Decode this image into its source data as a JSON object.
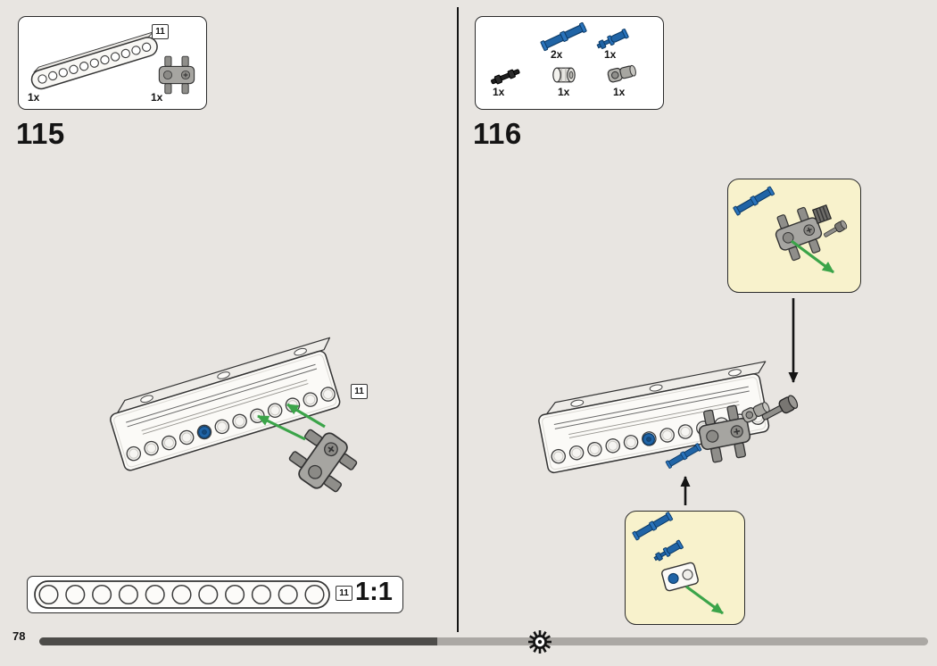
{
  "page": {
    "type": "lego-technic-building-instructions",
    "number": "78"
  },
  "colors": {
    "background": "#e8e5e1",
    "part_blue": "#2064a6",
    "arrow_green": "#3ba449",
    "callout_yellow": "#f8f2cc",
    "progress_dark": "#4d4c49",
    "progress_light": "#aba8a4"
  },
  "step115": {
    "number": "115",
    "parts_box": {
      "badge": "11",
      "parts": [
        {
          "icon": "beam-11m-white",
          "count": "1x"
        },
        {
          "icon": "pin-connector-block-gray",
          "count": "1x"
        }
      ]
    },
    "diagram_badge": "11",
    "scale_box": {
      "badge": "11",
      "ratio": "1:1",
      "holes": 11
    }
  },
  "step116": {
    "number": "116",
    "parts_box": {
      "row1": [
        {
          "icon": "pin-long-blue",
          "count": "2x"
        },
        {
          "icon": "axle-pin-blue",
          "count": "1x"
        }
      ],
      "row2": [
        {
          "icon": "axle-2l-black",
          "count": "1x"
        },
        {
          "icon": "pin-connector-round-gray",
          "count": "1x"
        },
        {
          "icon": "axle-connector-gray",
          "count": "1x"
        }
      ]
    }
  },
  "footer": {
    "page_number": "78"
  }
}
